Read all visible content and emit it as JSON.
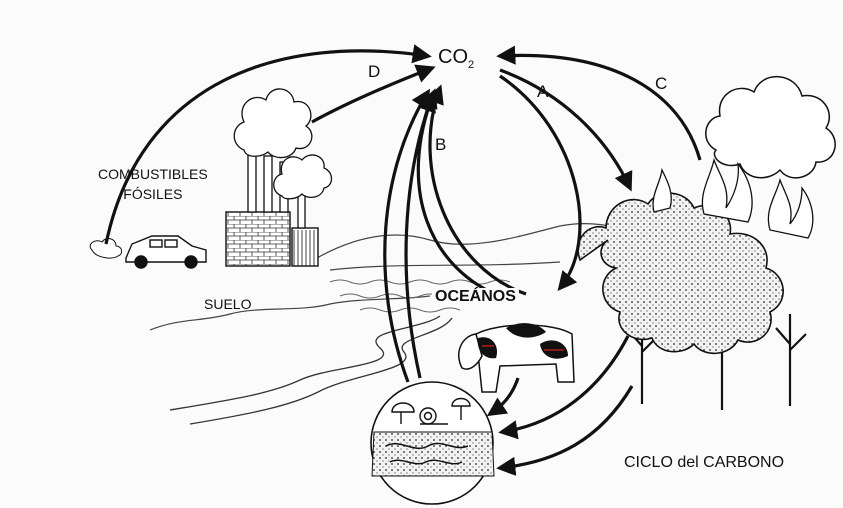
{
  "diagram": {
    "center_label": "CO",
    "center_subscript": "2",
    "arrow_labels": {
      "a": "A",
      "b": "B",
      "c": "C",
      "d": "D"
    },
    "fossil_fuels": {
      "line1": "COMBUSTIBLES",
      "line2": "FÓSILES"
    },
    "soil_label": "SUELO",
    "ocean_label": "OCEÁNOS",
    "caption": "CICLO del CARBONO"
  },
  "colors": {
    "ink": "#111111",
    "foliage": "#e9e9e9",
    "cow_accent": "#b31b1b"
  }
}
